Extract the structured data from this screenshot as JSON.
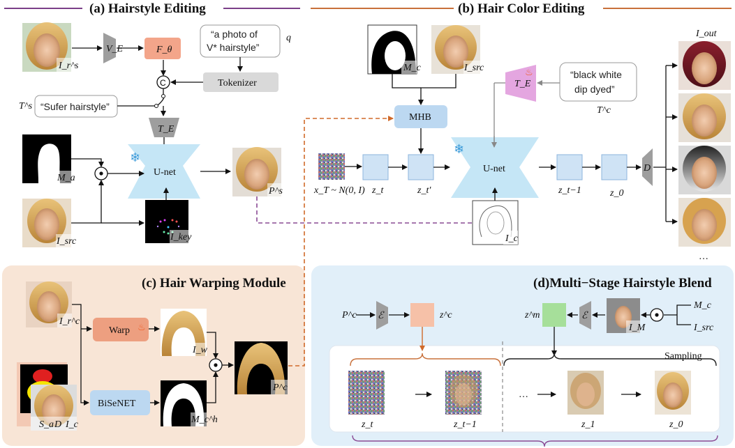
{
  "colors": {
    "title_rule_purple": "#7b3f88",
    "title_rule_orange": "#c8703a",
    "panel_c_bg": "#f8e5d6",
    "panel_d_bg": "#e1eff9",
    "block_blue": "#cfe3f5",
    "unet_blue": "#c5e6f6",
    "mhb_blue": "#bcd8f1",
    "warp_orange": "#ed9f80",
    "theta_orange": "#f3a58a",
    "tokenizer_gray": "#d9d9d9",
    "encoder_gray": "#9e9e9e",
    "te_pink": "#e4a6e0",
    "zc_orange": "#f6c1a8",
    "zm_green": "#a6df9a",
    "dashed_purple": "#8a4a94",
    "dashed_orange": "#d06a2a"
  },
  "titles": {
    "a": "(a) Hairstyle Editing",
    "b": "(b) Hair Color Editing",
    "c": "(c) Hair Warping Module",
    "d": "(d)Multi−Stage Hairstyle Blend"
  },
  "panel_a": {
    "ref_label": "I_r^s",
    "encoder": "V_E",
    "f_theta": "F_θ",
    "prompt_text": [
      "“a photo of",
      "V* hairstyle”"
    ],
    "prompt_symbol": "q",
    "tokenizer": "Tokenizer",
    "concat": "C",
    "style_symbol": "T^s",
    "style_text": "“Sufer hairstyle”",
    "text_encoder": "T_E",
    "unet": "U-net",
    "mask_label": "M_a",
    "src_label": "I_src",
    "keypoint_label": "I_key",
    "output_label": "P^s"
  },
  "panel_b": {
    "mask_label": "M_c",
    "src_label": "I_src",
    "mhb": "MHB",
    "text_encoder": "T_E",
    "color_text": [
      "“black white",
      "dip dyed”"
    ],
    "color_symbol": "T^c",
    "noise_label": "x_T ~ N(0, I)",
    "zt": "z_t",
    "zt_prime": "z_t'",
    "unet": "U-net",
    "zt1": "z_t−1",
    "z0": "z_0",
    "decoder": "D",
    "sketch_label": "I_c",
    "out_label": "I_out",
    "ellipsis": "…"
  },
  "panel_c": {
    "ref_label": "I_r^c",
    "warp": "Warp",
    "warped_label": "I_w",
    "seg_label_a": "S_a",
    "seg_label_d": "D",
    "seg_label_c": "I_c",
    "bisenet": "BiSeNET",
    "mask_label": "M_c^h",
    "output_label": "P^c"
  },
  "panel_d": {
    "pc_label": "P^c",
    "enc": "ℰ",
    "zc_label": "z^c",
    "zm_label": "z^m",
    "im_label": "I_M",
    "mc_label": "M_c",
    "src_label": "I_src",
    "sampling": "Sampling",
    "seq_labels": [
      "z_t",
      "z_t−1",
      "z_1",
      "z_0"
    ],
    "dots": "…"
  }
}
